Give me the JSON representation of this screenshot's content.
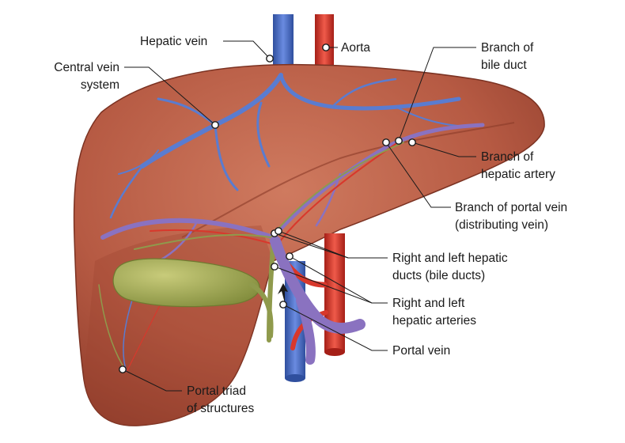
{
  "labels": {
    "hepatic_vein": "Hepatic vein",
    "aorta": "Aorta",
    "central_vein_1": "Central vein",
    "central_vein_2": "system",
    "branch_bile_duct_1": "Branch of",
    "branch_bile_duct_2": "bile duct",
    "branch_hepatic_artery_1": "Branch of",
    "branch_hepatic_artery_2": "hepatic artery",
    "branch_portal_vein_1": "Branch of portal vein",
    "branch_portal_vein_2": "(distributing vein)",
    "hepatic_ducts_1": "Right and left hepatic",
    "hepatic_ducts_2": "ducts (bile ducts)",
    "hepatic_arteries_1": "Right and left",
    "hepatic_arteries_2": "hepatic arteries",
    "portal_vein": "Portal vein",
    "portal_triad_1": "Portal triad",
    "portal_triad_2": "of structures"
  },
  "colors": {
    "liver": "#b65a43",
    "liver_dark": "#8e3c2b",
    "liver_light": "#cf7a5f",
    "vein_blue": "#4a6fc0",
    "artery_red": "#d8382c",
    "portal_purple": "#8a72c0",
    "bile_green": "#8f9a4c",
    "gallbladder": "#a7ac5a"
  }
}
